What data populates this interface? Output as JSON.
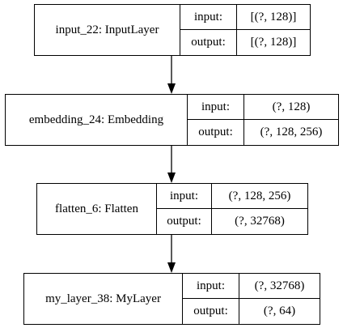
{
  "nodes": [
    {
      "name": "input_22: InputLayer",
      "input_label": "input:",
      "input_value": "[(?, 128)]",
      "output_label": "output:",
      "output_value": "[(?, 128)]"
    },
    {
      "name": "embedding_24: Embedding",
      "input_label": "input:",
      "input_value": "(?, 128)",
      "output_label": "output:",
      "output_value": "(?, 128, 256)"
    },
    {
      "name": "flatten_6: Flatten",
      "input_label": "input:",
      "input_value": "(?, 128, 256)",
      "output_label": "output:",
      "output_value": "(?, 32768)"
    },
    {
      "name": "my_layer_38: MyLayer",
      "input_label": "input:",
      "input_value": "(?, 32768)",
      "output_label": "output:",
      "output_value": "(?, 64)"
    }
  ],
  "colors": {
    "line": "#000000",
    "background": "#ffffff"
  }
}
